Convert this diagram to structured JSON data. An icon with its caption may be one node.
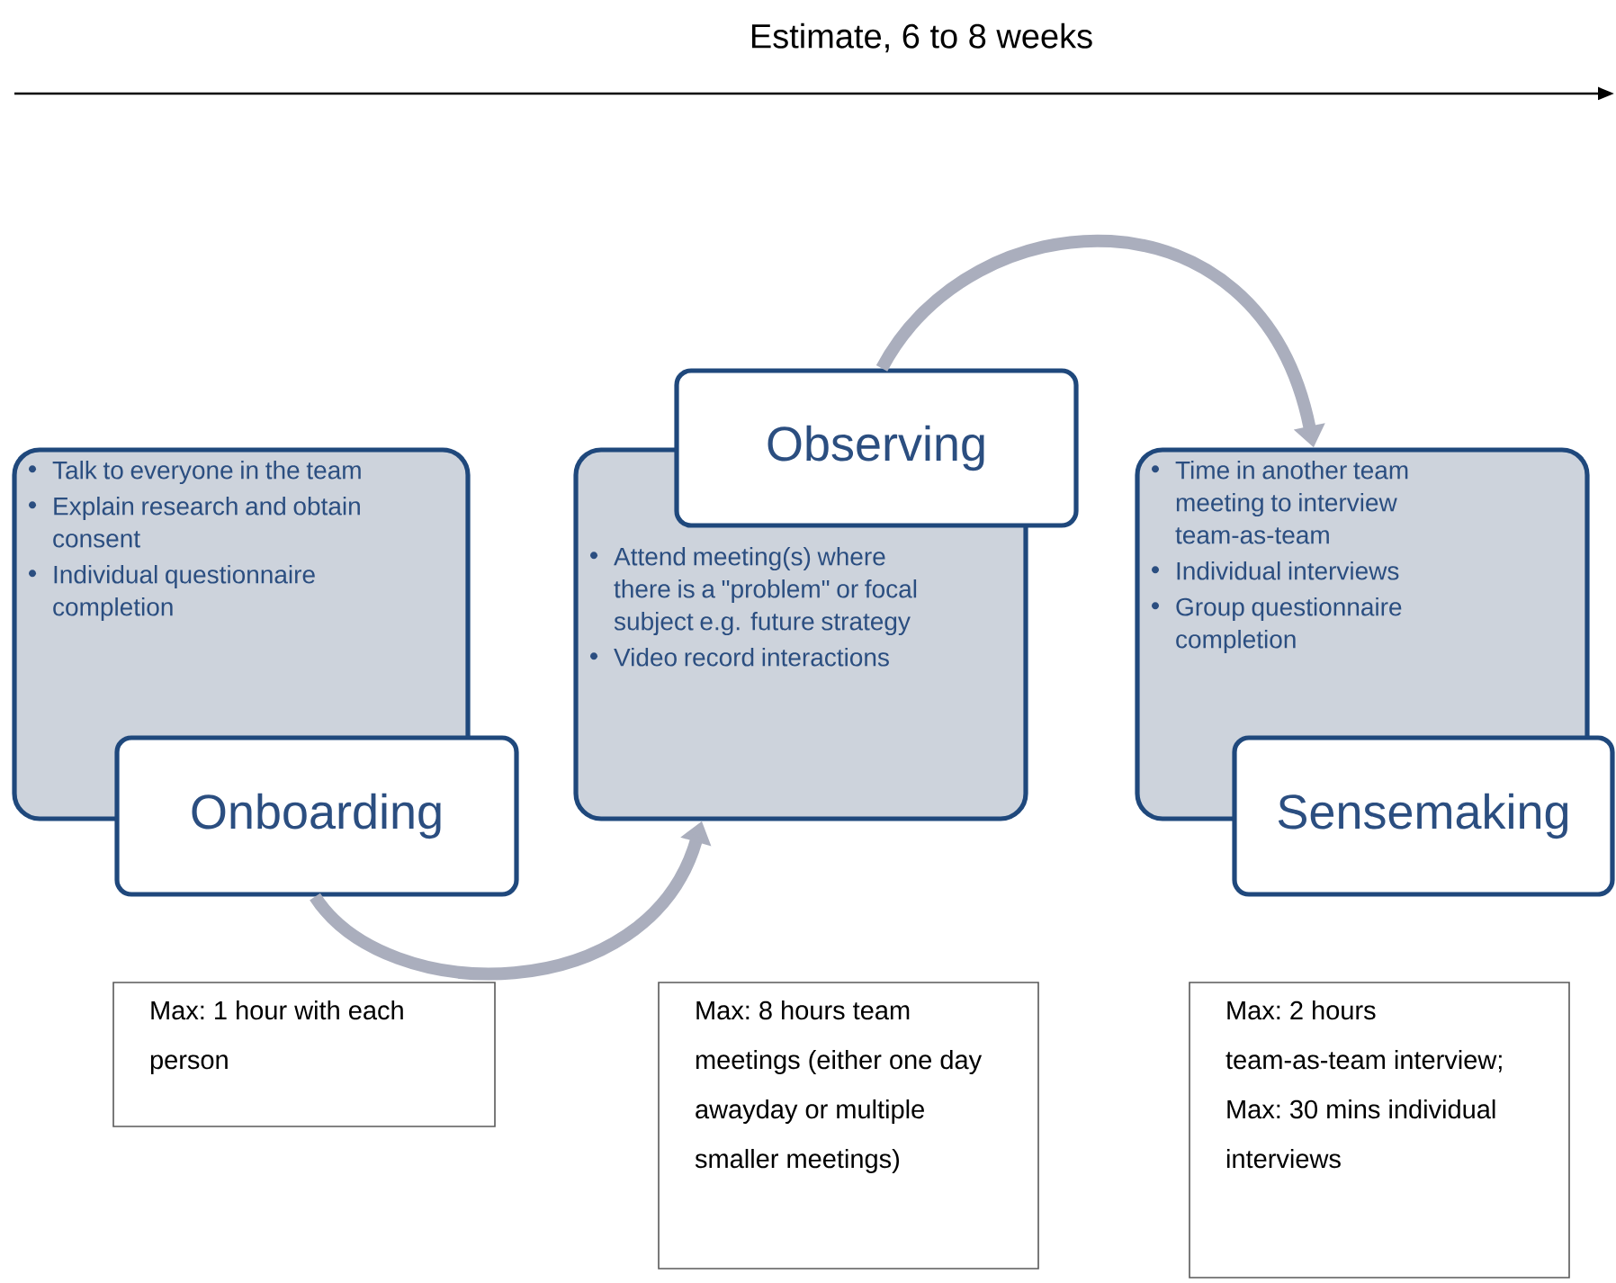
{
  "diagram": {
    "title": "Estimate,  6 to 8 weeks",
    "nodes": [
      {
        "text": [
          "Talk to everyone in the team",
          "Explain research and obtain consent",
          "Individual questionnaire completion"
        ]
      },
      {
        "text": [
          "Onboarding"
        ]
      },
      {
        "text": [
          "Observing"
        ]
      },
      {
        "text": [
          "Attend meeting(s) where there is a \"problem\" or focal subject e.g. future strategy",
          "Video record interactions"
        ]
      },
      {
        "text": [
          "Time in another team meeting to interview team-as-team",
          "Individual interviews",
          "Group questionnaire completion"
        ]
      },
      {
        "text": [
          "Sensemaking"
        ]
      },
      {
        "text": [
          "Max: 1 hour with each person"
        ]
      },
      {
        "text": [
          "Max: 8 hours team meetings (either one day awayday or multiple smaller meetings)"
        ]
      },
      {
        "text": [
          "Max: 2 hours team-as-team interview; Max: 30 mins individual interviews"
        ]
      }
    ],
    "edges": [
      {
        "from": 1,
        "to": 3,
        "arrow": "to"
      },
      {
        "from": 2,
        "to": 4,
        "arrow": "to"
      }
    ]
  }
}
